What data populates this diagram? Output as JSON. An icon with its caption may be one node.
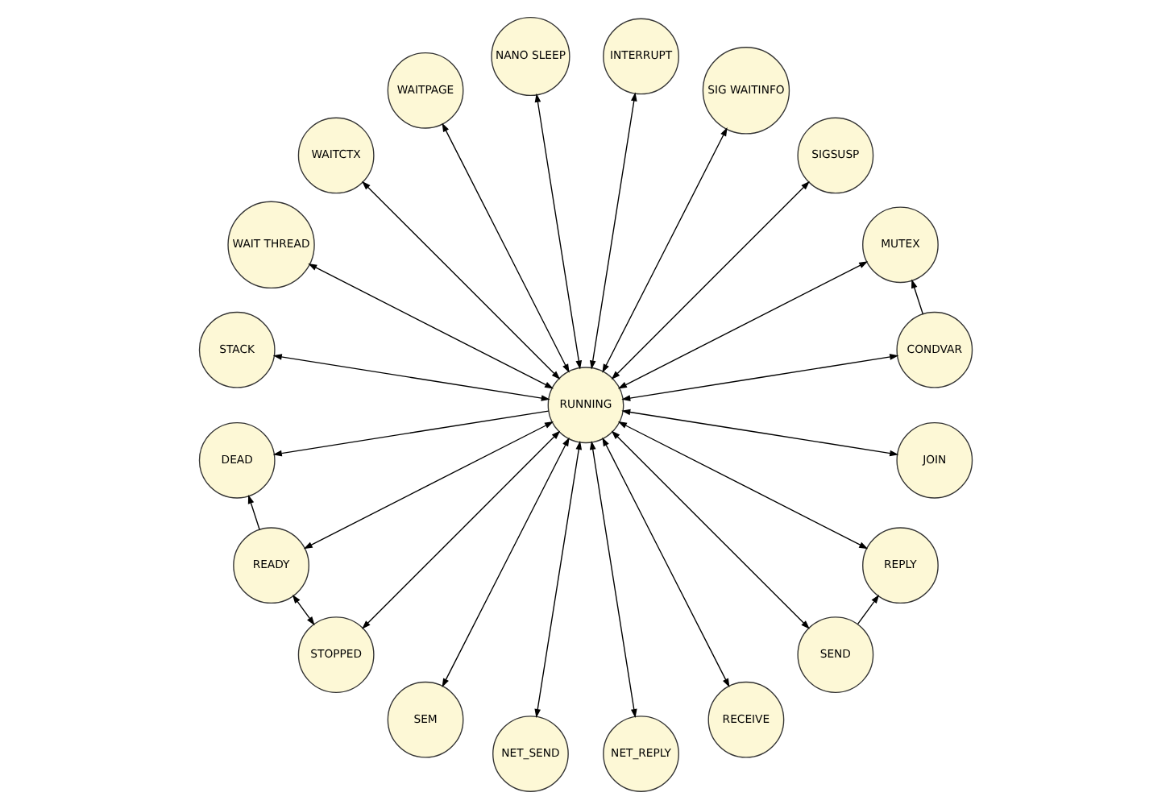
{
  "diagram": {
    "nodes": [
      {
        "text": [
          "RUNNING"
        ]
      },
      {
        "text": [
          "CONDVAR"
        ]
      },
      {
        "text": [
          "MUTEX"
        ]
      },
      {
        "text": [
          "SIGSUSP"
        ]
      },
      {
        "text": [
          "SIG WAITINFO"
        ]
      },
      {
        "text": [
          "INTERRUPT"
        ]
      },
      {
        "text": [
          "NANO SLEEP"
        ]
      },
      {
        "text": [
          "WAITPAGE"
        ]
      },
      {
        "text": [
          "WAITCTX"
        ]
      },
      {
        "text": [
          "WAIT THREAD"
        ]
      },
      {
        "text": [
          "STACK"
        ]
      },
      {
        "text": [
          "DEAD"
        ]
      },
      {
        "text": [
          "READY"
        ]
      },
      {
        "text": [
          "STOPPED"
        ]
      },
      {
        "text": [
          "SEM"
        ]
      },
      {
        "text": [
          "NET_SEND"
        ]
      },
      {
        "text": [
          "NET_REPLY"
        ]
      },
      {
        "text": [
          "RECEIVE"
        ]
      },
      {
        "text": [
          "SEND"
        ]
      },
      {
        "text": [
          "REPLY"
        ]
      },
      {
        "text": [
          "JOIN"
        ]
      }
    ],
    "edges": [
      {
        "from": 0,
        "to": 1,
        "arrow": "both"
      },
      {
        "from": 1,
        "to": 2,
        "arrow": "to"
      },
      {
        "from": 0,
        "to": 2,
        "arrow": "both"
      },
      {
        "from": 0,
        "to": 3,
        "arrow": "both"
      },
      {
        "from": 0,
        "to": 4,
        "arrow": "both"
      },
      {
        "from": 0,
        "to": 5,
        "arrow": "both"
      },
      {
        "from": 0,
        "to": 6,
        "arrow": "both"
      },
      {
        "from": 0,
        "to": 7,
        "arrow": "both"
      },
      {
        "from": 0,
        "to": 8,
        "arrow": "both"
      },
      {
        "from": 0,
        "to": 9,
        "arrow": "both"
      },
      {
        "from": 0,
        "to": 10,
        "arrow": "both"
      },
      {
        "from": 0,
        "to": 11,
        "arrow": "to"
      },
      {
        "from": 0,
        "to": 12,
        "arrow": "both"
      },
      {
        "from": 12,
        "to": 11,
        "arrow": "to"
      },
      {
        "from": 13,
        "to": 12,
        "arrow": "both"
      },
      {
        "from": 0,
        "to": 13,
        "arrow": "both"
      },
      {
        "from": 0,
        "to": 14,
        "arrow": "both"
      },
      {
        "from": 0,
        "to": 15,
        "arrow": "both"
      },
      {
        "from": 0,
        "to": 16,
        "arrow": "both"
      },
      {
        "from": 0,
        "to": 17,
        "arrow": "both"
      },
      {
        "from": 0,
        "to": 18,
        "arrow": "both"
      },
      {
        "from": 18,
        "to": 19,
        "arrow": "to"
      },
      {
        "from": 0,
        "to": 19,
        "arrow": "both"
      },
      {
        "from": 0,
        "to": 20,
        "arrow": "both"
      }
    ]
  }
}
